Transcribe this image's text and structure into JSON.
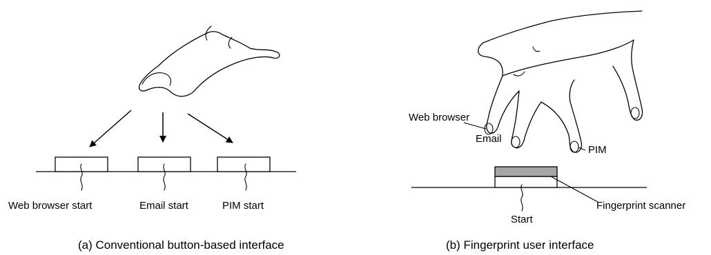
{
  "panel_a": {
    "labels": {
      "web_browser_start": "Web browser start",
      "email_start": "Email start",
      "pim_start": "PIM start"
    },
    "caption": "(a) Conventional button-based interface"
  },
  "panel_b": {
    "labels": {
      "web_browser": "Web browser",
      "email": "Email",
      "pim": "PIM",
      "start": "Start",
      "fingerprint_scanner": "Fingerprint scanner"
    },
    "caption": "(b) Fingerprint user interface",
    "scanner_color": "#a6a6a6"
  }
}
